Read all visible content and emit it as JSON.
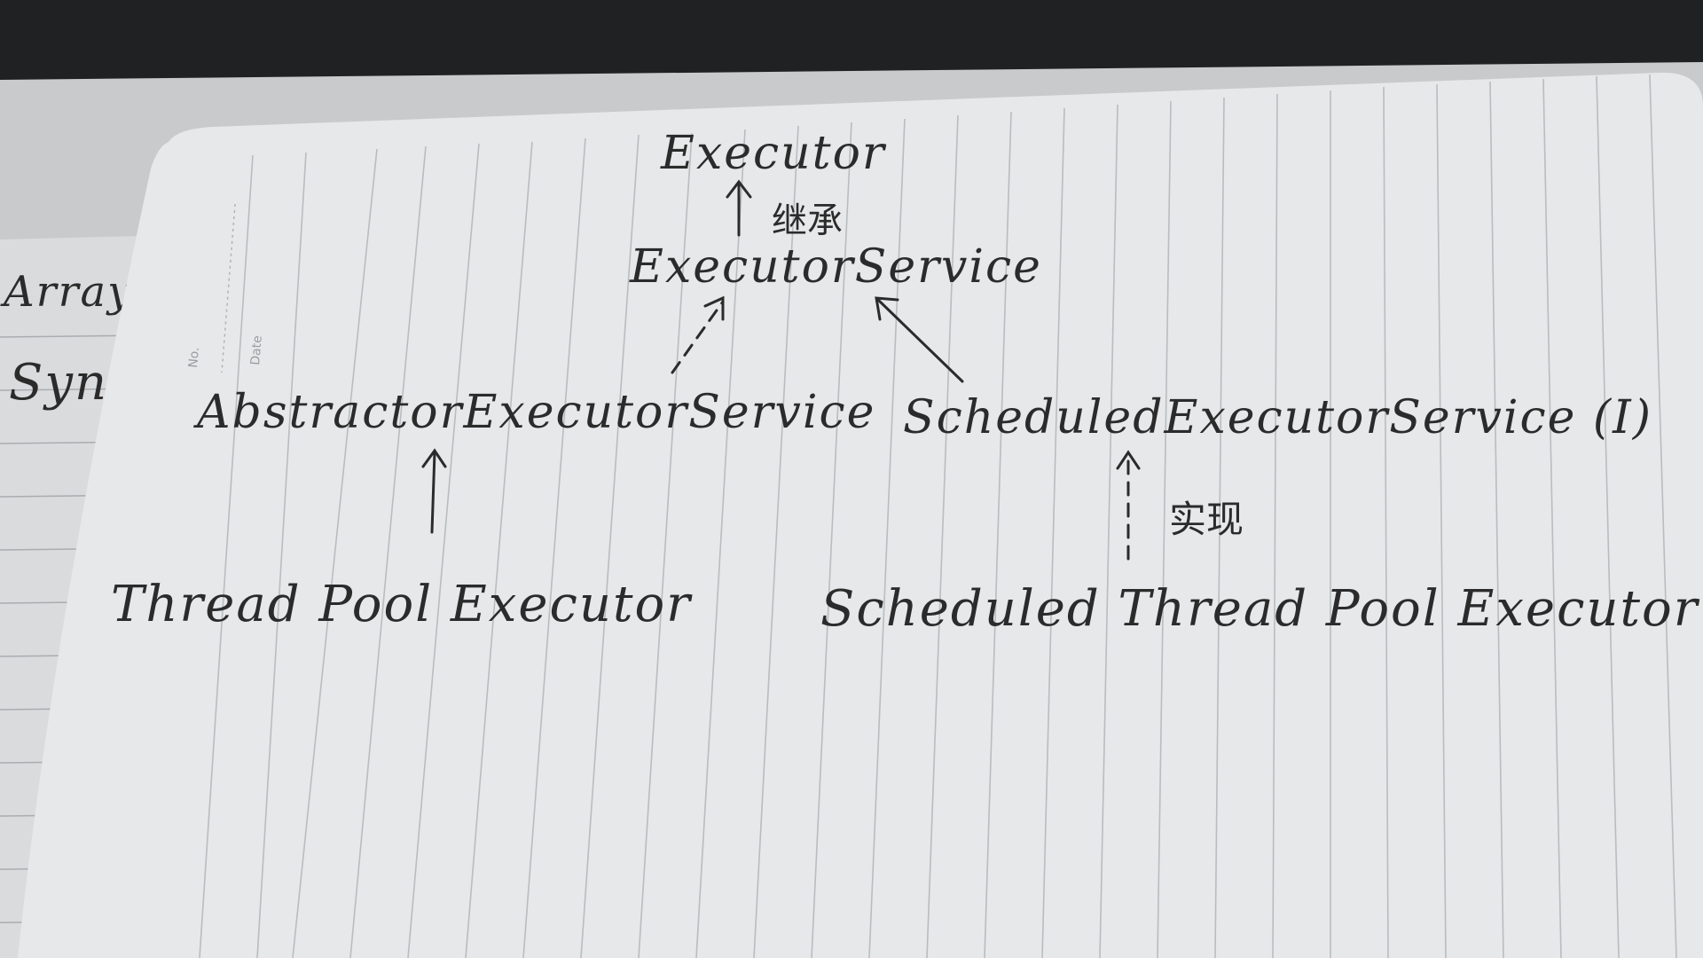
{
  "diagram": {
    "nodes": {
      "executor": "Executor",
      "executor_service": "ExecutorService",
      "abstract_executor_service": "AbstractorExecutorService",
      "scheduled_executor_service": "ScheduledExecutorService (I)",
      "thread_pool_executor": "Thread Pool Executor",
      "scheduled_thread_pool_executor": "Scheduled Thread Pool Executor"
    },
    "edge_labels": {
      "inherit": "继承",
      "implement": "实现"
    }
  },
  "notebook": {
    "field_no": "No.",
    "field_date": "Date"
  },
  "background_page": {
    "line1": "Array",
    "line2": "Sync"
  }
}
